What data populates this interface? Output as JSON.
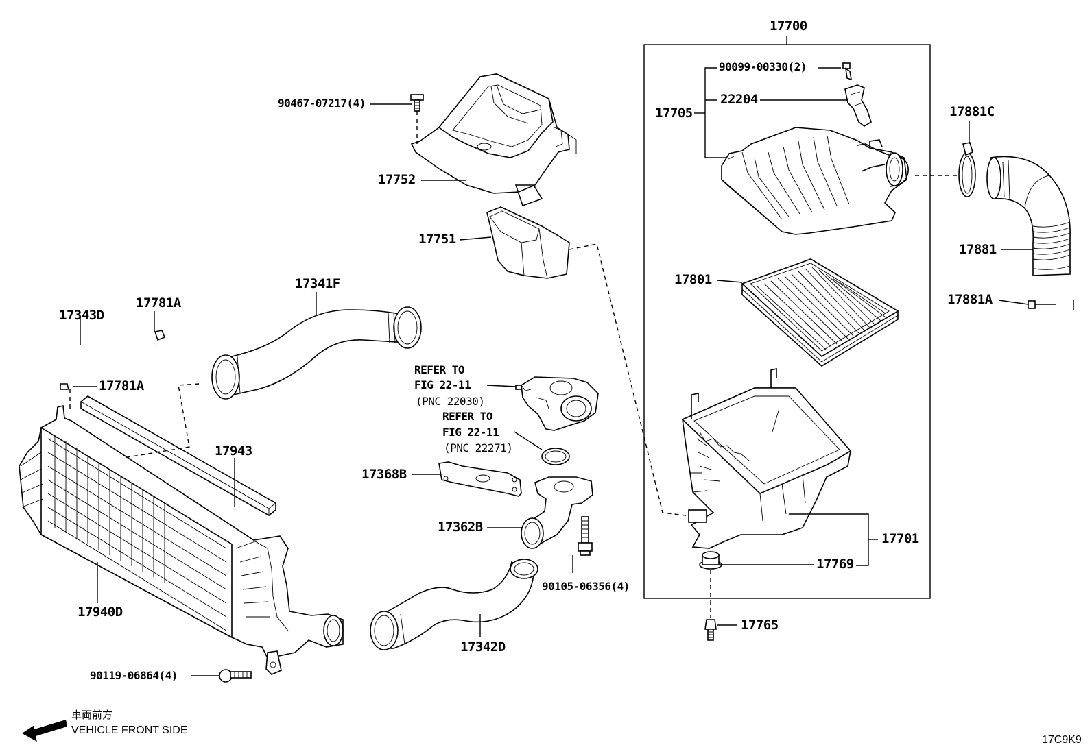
{
  "diagram": {
    "drawing_code": "17C9K9",
    "direction": {
      "japanese": "車両前方",
      "english": "VEHICLE FRONT SIDE"
    },
    "assembly_label": "17700",
    "callouts": [
      {
        "id": "c17700",
        "text": "17700"
      },
      {
        "id": "c90099",
        "text": "90099-00330(2)"
      },
      {
        "id": "c22204",
        "text": "22204"
      },
      {
        "id": "c17705",
        "text": "17705"
      },
      {
        "id": "c90467",
        "text": "90467-07217(4)"
      },
      {
        "id": "c17752",
        "text": "17752"
      },
      {
        "id": "c17751",
        "text": "17751"
      },
      {
        "id": "c17881C",
        "text": "17881C"
      },
      {
        "id": "c17881",
        "text": "17881"
      },
      {
        "id": "c17881A",
        "text": "17881A"
      },
      {
        "id": "c17801",
        "text": "17801"
      },
      {
        "id": "c17341F",
        "text": "17341F"
      },
      {
        "id": "c17781A_top",
        "text": "17781A"
      },
      {
        "id": "c17343D",
        "text": "17343D"
      },
      {
        "id": "c17781A_bot",
        "text": "17781A"
      },
      {
        "id": "c17943",
        "text": "17943"
      },
      {
        "id": "c17368B",
        "text": "17368B"
      },
      {
        "id": "c17362B",
        "text": "17362B"
      },
      {
        "id": "c17940D",
        "text": "17940D"
      },
      {
        "id": "c90105",
        "text": "90105-06356(4)"
      },
      {
        "id": "c17342D",
        "text": "17342D"
      },
      {
        "id": "c90119",
        "text": "90119-06864(4)"
      },
      {
        "id": "c17701",
        "text": "17701"
      },
      {
        "id": "c17769",
        "text": "17769"
      },
      {
        "id": "c17765",
        "text": "17765"
      }
    ],
    "refer1": {
      "line1": "REFER TO",
      "line2": "FIG 22-11",
      "line3": "(PNC 22030)"
    },
    "refer2": {
      "line1": "REFER TO",
      "line2": "FIG 22-11",
      "line3": "(PNC 22271)"
    }
  }
}
